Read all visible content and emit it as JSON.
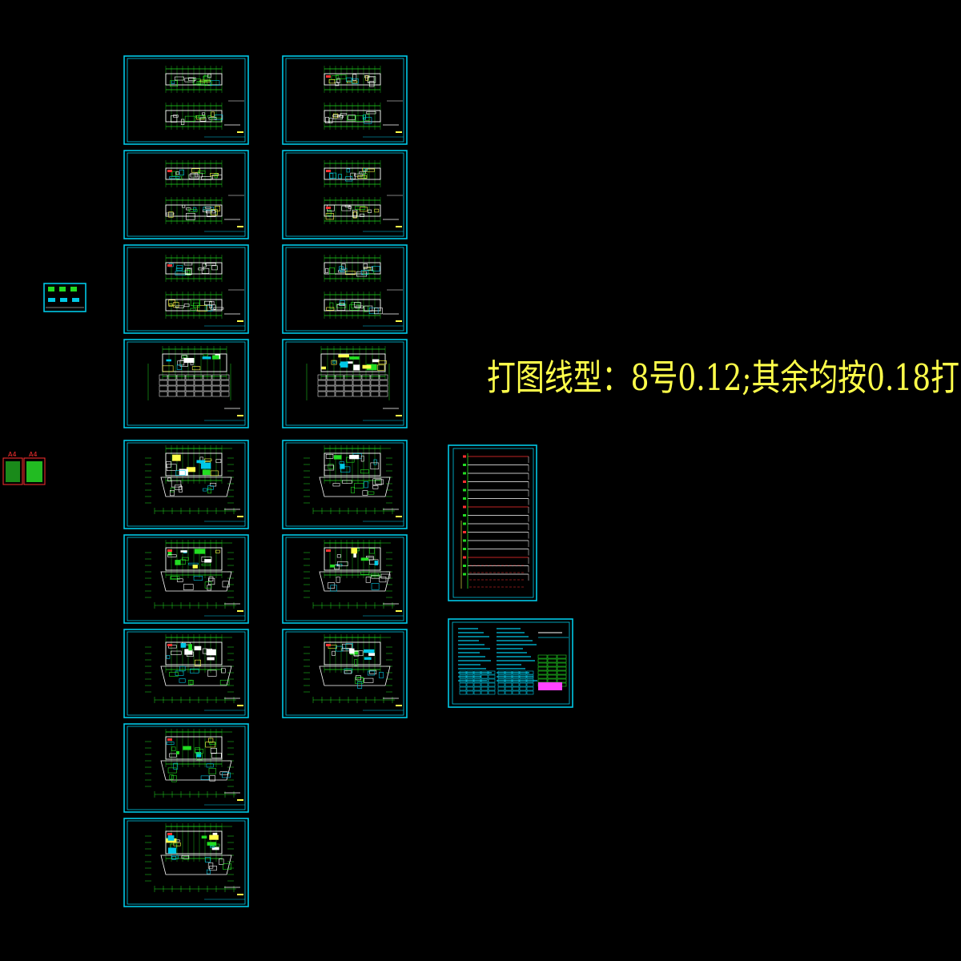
{
  "drawing": {
    "background": "#000000",
    "frame_color": "#00c8e6",
    "plan_color": "#22dd22",
    "annotation_color": "#ffffff",
    "note_color": "#ffff4a",
    "accent_color": "#ff3030",
    "print_note": "打图线型：8号0.12;其余均按0.18打",
    "a4_labels": [
      "A4",
      "A4"
    ]
  },
  "sheets": {
    "column_left": [
      "sheet-L1",
      "sheet-L2",
      "sheet-L3",
      "sheet-L4",
      "sheet-L5",
      "sheet-L6",
      "sheet-L7",
      "sheet-L8",
      "sheet-L9"
    ],
    "column_right": [
      "sheet-R1",
      "sheet-R2",
      "sheet-R3",
      "sheet-R4",
      "sheet-R5",
      "sheet-R6",
      "sheet-R7"
    ],
    "extra": [
      "legend-sheet",
      "system-diagram-sheet",
      "design-notes-sheet"
    ]
  }
}
